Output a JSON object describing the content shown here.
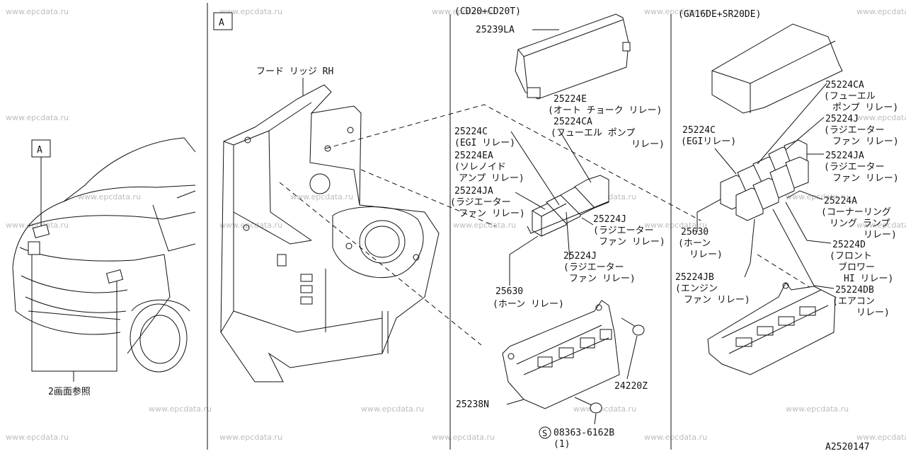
{
  "panel_tags": {
    "left_box": "A",
    "center_box": "A"
  },
  "left_panel": {
    "ref_note": "2画面参照"
  },
  "center_panel": {
    "hood_ledge_label": "フード リッジ RH"
  },
  "headers": {
    "cd20": "(CD20+CD20T)",
    "ga16": "(GA16DE+SR20DE)"
  },
  "cd_parts": {
    "cover": "25239LA",
    "auto_choke_no": "25224E",
    "auto_choke_desc": "(オート チョーク リレー)",
    "fuel_pump_no": "25224CA",
    "fuel_pump_desc_1": "(フューエル ポンプ",
    "fuel_pump_desc_2": "リレー)",
    "egi_no": "25224C",
    "egi_desc": "(EGI リレー)",
    "solenoid_no": "25224EA",
    "solenoid_desc_1": "(ソレノイド",
    "solenoid_desc_2": "アンプ リレー)",
    "rad_fan_ja_no": "25224JA",
    "rad_fan_ja_desc_1": "(ラジエーター",
    "rad_fan_ja_desc_2": "ファン リレー)",
    "rad_fan_j1_no": "25224J",
    "rad_fan_j1_desc_1": "(ラジエーター",
    "rad_fan_j1_desc_2": "ファン リレー)",
    "rad_fan_j2_no": "25224J",
    "rad_fan_j2_desc_1": "(ラジエーター",
    "rad_fan_j2_desc_2": "ファン リレー)",
    "horn_no": "25630",
    "horn_desc": "(ホーン リレー)",
    "bolt_no": "24220Z",
    "bracket_no": "25238N",
    "screw_symbol": "S",
    "screw_no": "08363-6162B",
    "screw_qty": "(1)"
  },
  "ga_parts": {
    "fuel_pump_no": "25224CA",
    "fuel_pump_desc_1": "(フューエル",
    "fuel_pump_desc_2": "ポンプ リレー)",
    "rad_j_no": "25224J",
    "rad_j_desc_1": "(ラジエーター",
    "rad_j_desc_2": "ファン リレー)",
    "egi_no": "25224C",
    "egi_desc": "(EGIリレー)",
    "rad_ja_no": "25224JA",
    "rad_ja_desc_1": "(ラジエーター",
    "rad_ja_desc_2": "ファン リレー)",
    "cornering_no": "25224A",
    "cornering_desc_1": "(コーナーリング",
    "cornering_desc_2": "リング ランプ",
    "cornering_desc_3": "リレー)",
    "horn_no": "25630",
    "horn_desc_1": "(ホーン",
    "horn_desc_2": "リレー)",
    "blower_no": "25224D",
    "blower_desc_1": "(フロント",
    "blower_desc_2": "ブロワー",
    "blower_desc_3": "HI リレー)",
    "engine_fan_no": "25224JB",
    "engine_fan_desc_1": "(エンジン",
    "engine_fan_desc_2": "ファン リレー)",
    "aircon_no": "25224DB",
    "aircon_desc_1": "(エアコン",
    "aircon_desc_2": "リレー)"
  },
  "diagram_code": "A2520147",
  "watermark": "www.epcdata.ru"
}
